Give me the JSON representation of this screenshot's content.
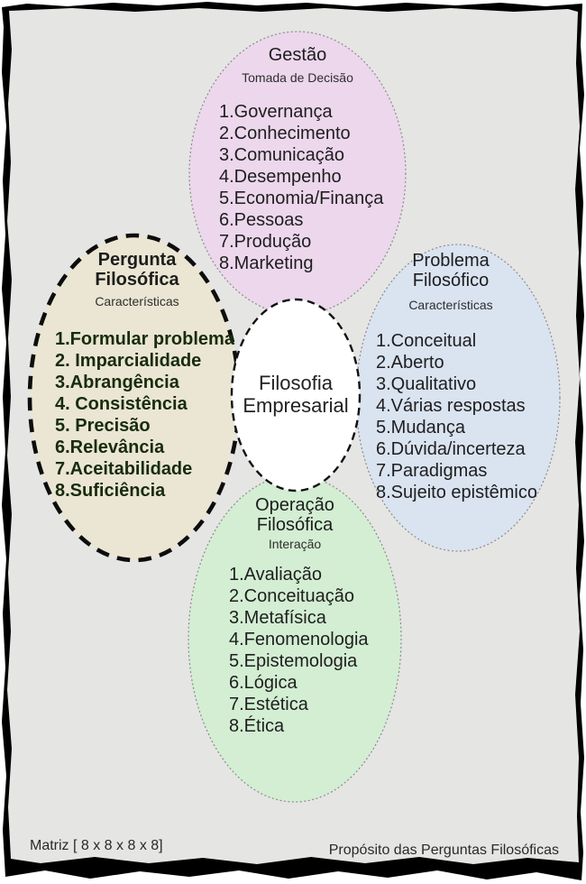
{
  "page": {
    "background_color": "#e5e5e4",
    "frame_color": "#000000"
  },
  "center": {
    "title_line1": "Filosofia",
    "title_line2": "Empresarial",
    "fill": "#ffffff"
  },
  "ellipses": {
    "gestao": {
      "title": "Gestão",
      "subtitle": "Tomada de Decisão",
      "fill": "#ecd7ec",
      "items": [
        "1.Governança",
        "2.Conhecimento",
        "3.Comunicação",
        "4.Desempenho",
        "5.Economia/Finança",
        "6.Pessoas",
        "7.Produção",
        "8.Marketing"
      ]
    },
    "pergunta": {
      "title_line1": "Pergunta",
      "title_line2": "Filosófica",
      "subtitle": "Características",
      "fill": "#eae6d3",
      "items": [
        "1.Formular problema",
        "2. Imparcialidade",
        "3.Abrangência",
        "4. Consistência",
        "5. Precisão",
        "6.Relevância",
        "7.Aceitabilidade",
        "8.Suficiência"
      ]
    },
    "problema": {
      "title_line1": "Problema",
      "title_line2": "Filosófico",
      "subtitle": "Características",
      "fill": "#dae3f0",
      "items": [
        "1.Conceitual",
        "2.Aberto",
        "3.Qualitativo",
        "4.Várias respostas",
        "5.Mudança",
        "6.Dúvida/incerteza",
        "7.Paradigmas",
        "8.Sujeito epistêmico"
      ]
    },
    "operacao": {
      "title_line1": "Operação",
      "title_line2": "Filosófica",
      "subtitle": "Interação",
      "fill": "#d3eed3",
      "items": [
        "1.Avaliação",
        "2.Conceituação",
        "3.Metafísica",
        "4.Fenomenologia",
        "5.Epistemologia",
        "6.Lógica",
        "7.Estética",
        "8.Ética"
      ]
    }
  },
  "footer": {
    "matriz_label": "Matriz [ 8 x 8 x 8 x 8]",
    "proposito_label": "Propósito das Perguntas Filosóficas"
  }
}
